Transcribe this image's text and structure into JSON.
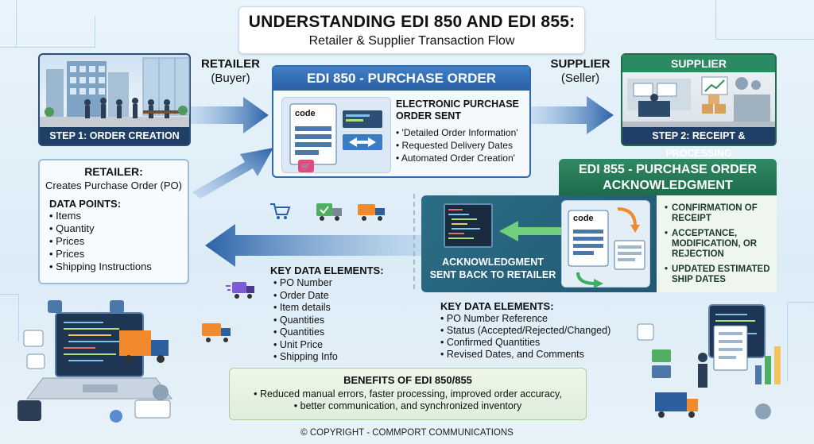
{
  "title": {
    "main": "UNDERSTANDING EDI 850 AND EDI 855:",
    "sub": "Retailer & Supplier Transaction Flow"
  },
  "retailer_label": {
    "name": "RETAILER",
    "role": "(Buyer)"
  },
  "supplier_label": {
    "name": "SUPPLIER",
    "role": "(Seller)"
  },
  "step1": {
    "caption": "STEP 1: ORDER CREATION"
  },
  "step2": {
    "title": "SUPPLIER",
    "caption": "STEP 2: RECEIPT & PROCESSING"
  },
  "retailer_card": {
    "title": "RETAILER:",
    "subtitle": "Creates Purchase Order (PO)",
    "data_points_title": "DATA POINTS:",
    "data_points": [
      "Items",
      "Quantity",
      "Prices",
      "Prices",
      "Shipping Instructions"
    ]
  },
  "edi850": {
    "title": "EDI 850 - PURCHASE ORDER",
    "doc_label": "code",
    "heading": "ELECTRONIC PURCHASE ORDER SENT",
    "items": [
      "'Detailed Order Information'",
      "Requested Delivery Dates",
      "Automated Order Creation'"
    ]
  },
  "edi855": {
    "title_line1": "EDI 855 - PURCHASE ORDER",
    "title_line2": "ACKNOWLEDGMENT",
    "doc_label": "code",
    "ack_caption_line1": "ACKNOWLEDGMENT",
    "ack_caption_line2": "SENT BACK TO RETAILER",
    "items": [
      "CONFIRMATION OF RECEIPT",
      "ACCEPTANCE, MODIFICATION, OR REJECTION",
      "UPDATED ESTIMATED SHIP DATES"
    ]
  },
  "key_850": {
    "title": "KEY DATA ELEMENTS:",
    "items": [
      "PO Number",
      "Order Date",
      "Item details",
      "Quantities",
      "Quantities",
      "Unit Price",
      "Shipping Info"
    ]
  },
  "key_855": {
    "title": "KEY DATA ELEMENTS:",
    "items": [
      "PO Number Reference",
      "Status (Accepted/Rejected/Changed)",
      "Confirmed Quantities",
      "Revised Dates, and Comments"
    ]
  },
  "benefits": {
    "title": "BENEFITS OF EDI 850/855",
    "line1": "• Reduced manual errors, faster processing, improved order accuracy,",
    "line2": "• better communication, and synchronized inventory"
  },
  "copyright": "© COPYRIGHT - COMMPORT COMMUNICATIONS",
  "colors": {
    "blue_accent": "#2f6ab1",
    "green_accent": "#1d6b4b",
    "navy_caption": "#203f66"
  }
}
